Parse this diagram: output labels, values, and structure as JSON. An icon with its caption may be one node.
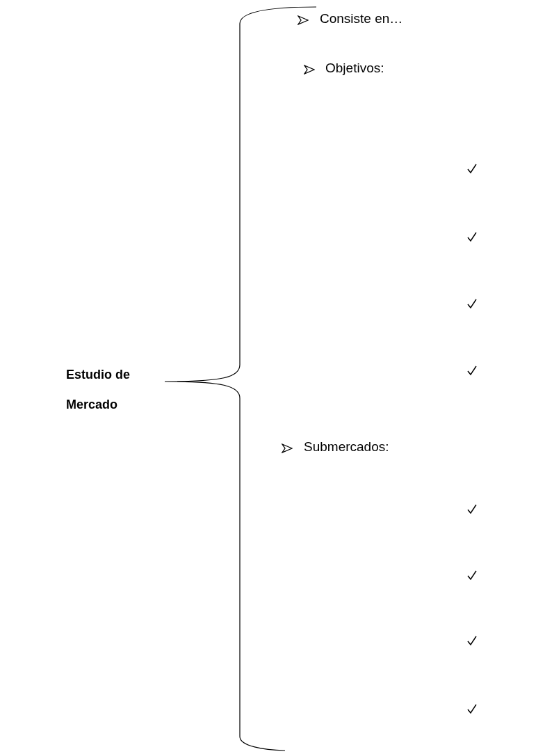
{
  "diagram": {
    "labels": [
      "Estudio de Mercado",
      "Consiste en…",
      "Objetivos:",
      "Submercados:"
    ]
  }
}
